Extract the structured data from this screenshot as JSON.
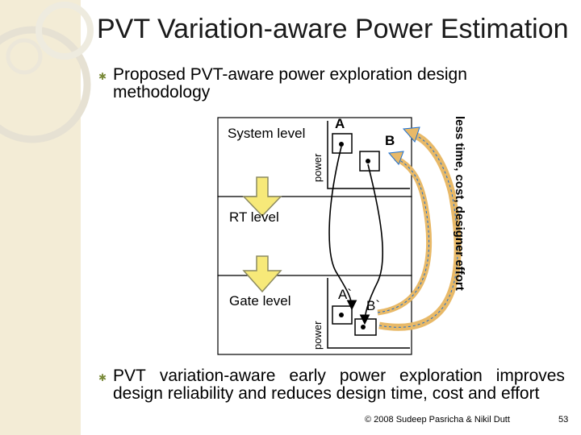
{
  "slide": {
    "title": "PVT Variation-aware Power Estimation",
    "bullet1_line1": "Proposed PVT-aware power exploration design",
    "bullet1_line2": "methodology",
    "bullet2_line1_words": [
      "PVT",
      "variation-aware",
      "early",
      "power",
      "exploration",
      "improves"
    ],
    "bullet2_line2": "design reliability and reduces design time, cost and effort",
    "footer": "© 2008 Sudeep Pasricha & Nikil Dutt",
    "page_number": "53"
  },
  "diagram": {
    "levels": [
      "System level",
      "RT level",
      "Gate level"
    ],
    "axis_label_top": "power",
    "axis_label_bottom": "power",
    "point_a": "A",
    "point_b": "B",
    "point_a_prime": "A`",
    "point_b_prime": "B`",
    "side_label": "less time, cost, designer effort",
    "colors": {
      "arrow_fill": "#f7e979",
      "arrow_stroke": "#8c8a60",
      "curve_fill": "#e8b968",
      "curve_stroke": "#1c6fd0",
      "box_stroke": "#000000",
      "sidebar": "#f3ecd6"
    }
  }
}
